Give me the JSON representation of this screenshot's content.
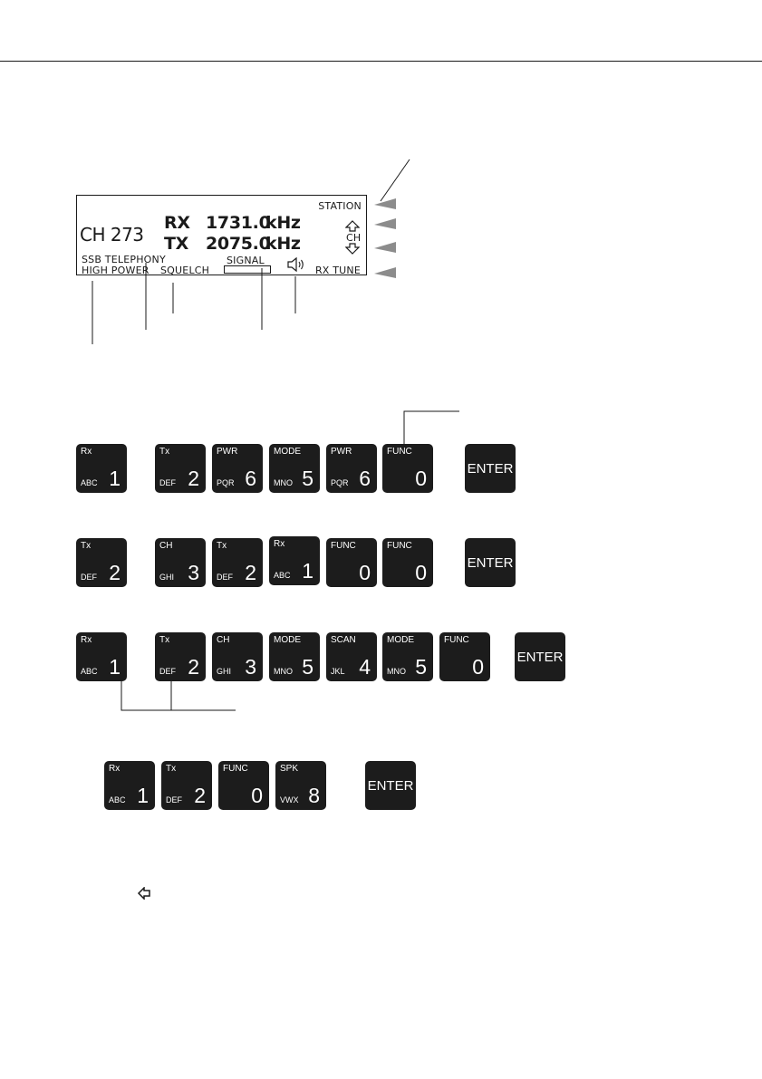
{
  "display": {
    "station": "STATION",
    "channel": "CH 273",
    "rx_label": "RX",
    "rx_freq": "1731.0",
    "rx_unit": "kHz",
    "tx_label": "TX",
    "tx_freq": "2075.0",
    "tx_unit": "kHz",
    "ch_label": "CH",
    "mode": "SSB TELEPHONY",
    "power": "HIGH POWER",
    "squelch": "SQUELCH",
    "signal": "SIGNAL",
    "rx_tune": "RX TUNE"
  },
  "key_rows": [
    {
      "keys": [
        {
          "top": "Rx",
          "sub": "ABC",
          "num": "1"
        },
        {
          "top": "Tx",
          "sub": "DEF",
          "num": "2"
        },
        {
          "top": "PWR",
          "sub": "PQR",
          "num": "6"
        },
        {
          "top": "MODE",
          "sub": "MNO",
          "num": "5"
        },
        {
          "top": "PWR",
          "sub": "PQR",
          "num": "6"
        },
        {
          "top": "FUNC",
          "sub": "",
          "num": "0"
        }
      ],
      "enter": "ENTER"
    },
    {
      "keys": [
        {
          "top": "Tx",
          "sub": "DEF",
          "num": "2"
        },
        {
          "top": "CH",
          "sub": "GHI",
          "num": "3"
        },
        {
          "top": "Tx",
          "sub": "DEF",
          "num": "2"
        },
        {
          "top": "Rx",
          "sub": "ABC",
          "num": "1"
        },
        {
          "top": "FUNC",
          "sub": "",
          "num": "0"
        },
        {
          "top": "FUNC",
          "sub": "",
          "num": "0"
        }
      ],
      "enter": "ENTER"
    },
    {
      "keys": [
        {
          "top": "Rx",
          "sub": "ABC",
          "num": "1"
        },
        {
          "top": "Tx",
          "sub": "DEF",
          "num": "2"
        },
        {
          "top": "CH",
          "sub": "GHI",
          "num": "3"
        },
        {
          "top": "MODE",
          "sub": "MNO",
          "num": "5"
        },
        {
          "top": "SCAN",
          "sub": "JKL",
          "num": "4"
        },
        {
          "top": "MODE",
          "sub": "MNO",
          "num": "5"
        },
        {
          "top": "FUNC",
          "sub": "",
          "num": "0"
        }
      ],
      "enter": "ENTER"
    },
    {
      "keys": [
        {
          "top": "Rx",
          "sub": "ABC",
          "num": "1"
        },
        {
          "top": "Tx",
          "sub": "DEF",
          "num": "2"
        },
        {
          "top": "FUNC",
          "sub": "",
          "num": "0"
        },
        {
          "top": "SPK",
          "sub": "VWX",
          "num": "8"
        }
      ],
      "enter": "ENTER"
    }
  ],
  "icons": {
    "speaker": "speaker-icon",
    "ch_up": "chevron-up-icon",
    "ch_down": "chevron-down-icon",
    "left_arrow": "left-arrow-icon"
  }
}
